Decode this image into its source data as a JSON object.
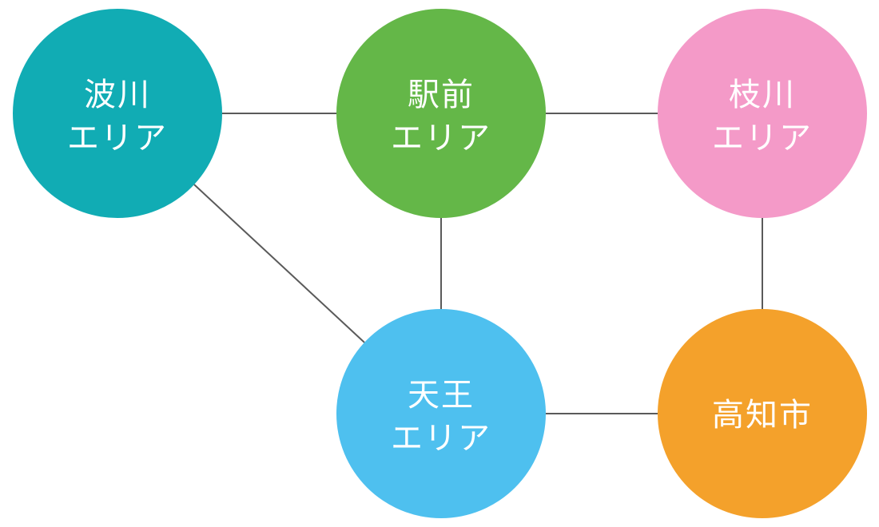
{
  "diagram": {
    "nodes": [
      {
        "id": "namikawa",
        "lines": [
          "波川",
          "エリア"
        ],
        "color": "#11acb4"
      },
      {
        "id": "ekimae",
        "lines": [
          "駅前",
          "エリア"
        ],
        "color": "#64b748"
      },
      {
        "id": "edagawa",
        "lines": [
          "枝川",
          "エリア"
        ],
        "color": "#f49ac8"
      },
      {
        "id": "tenno",
        "lines": [
          "天王",
          "エリア"
        ],
        "color": "#4ec0ef"
      },
      {
        "id": "kochi",
        "lines": [
          "高知市"
        ],
        "color": "#f4a12b"
      }
    ],
    "edges": [
      [
        "namikawa",
        "ekimae"
      ],
      [
        "ekimae",
        "edagawa"
      ],
      [
        "namikawa",
        "tenno"
      ],
      [
        "ekimae",
        "tenno"
      ],
      [
        "edagawa",
        "kochi"
      ],
      [
        "tenno",
        "kochi"
      ]
    ],
    "edge_color": "#5a5a5a"
  }
}
